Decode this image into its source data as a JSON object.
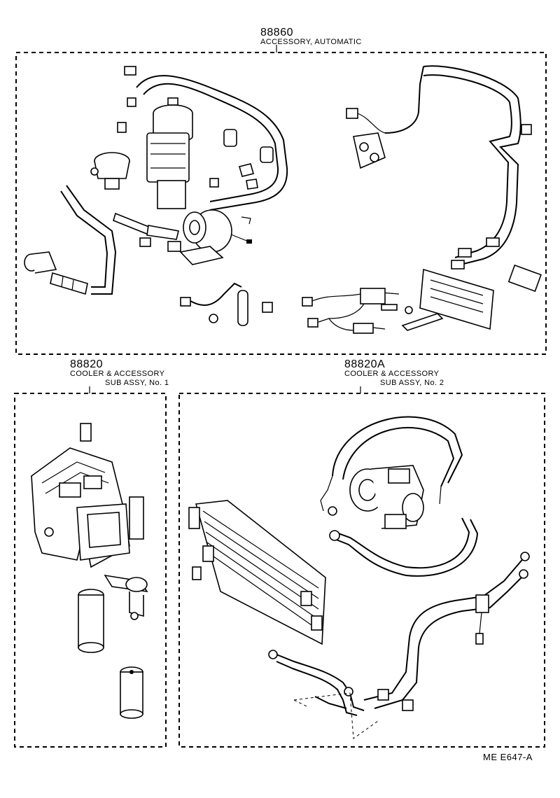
{
  "groups": [
    {
      "part_number": "88860",
      "name_lines": [
        "ACCESSORY, AUTOMATIC"
      ]
    },
    {
      "part_number": "88820",
      "name_lines": [
        "COOLER & ACCESSORY",
        "SUB ASSY, No. 1"
      ]
    },
    {
      "part_number": "88820A",
      "name_lines": [
        "COOLER & ACCESSORY",
        "SUB ASSY, No. 2"
      ]
    }
  ],
  "reference_code": "ME  E647-A"
}
